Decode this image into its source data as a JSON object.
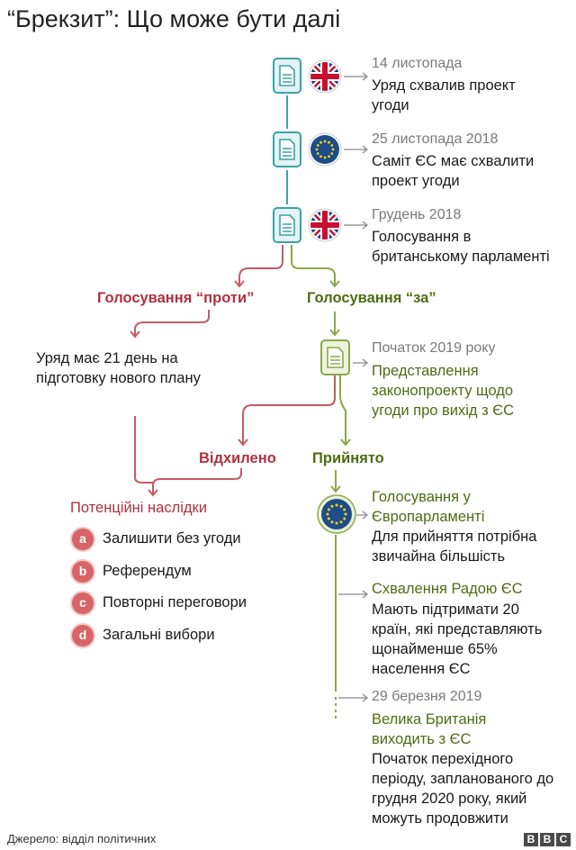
{
  "title": "“Брекзит”: Що може бути далі",
  "colors": {
    "red": "#b0303f",
    "green": "#4f6b12",
    "teal": "#3aa3a6",
    "bullet": "#d96468"
  },
  "steps": [
    {
      "date": "14 листопада",
      "text1": "Уряд схвалив проект",
      "text2": "угоди",
      "icon": "document-icon",
      "flag": "uk-flag-icon"
    },
    {
      "date": "25 листопада 2018",
      "text1": "Саміт ЄС має схвалити",
      "text2": "проект угоди",
      "icon": "document-icon",
      "flag": "eu-flag-icon"
    },
    {
      "date": "Грудень 2018",
      "text1": "Голосування в",
      "text2": "британському парламенті",
      "icon": "document-icon",
      "flag": "uk-flag-icon"
    }
  ],
  "against": {
    "label": "Голосування “проти”",
    "text1": "Уряд має 21 день на",
    "text2": "підготовку нового плану"
  },
  "for": {
    "label": "Голосування “за”",
    "date": "Початок 2019 року",
    "text1": "Представлення",
    "text2": "законопроекту щодо",
    "text3": "угоди про вихід з ЄС"
  },
  "rejected": "Відхилено",
  "accepted": "Прийнято",
  "consequences": {
    "title": "Потенційні наслідки",
    "items": [
      {
        "letter": "a",
        "label": "Залишити без угоди"
      },
      {
        "letter": "b",
        "label": "Референдум"
      },
      {
        "letter": "c",
        "label": "Повторні переговори"
      },
      {
        "letter": "d",
        "label": "Загальні вибори"
      }
    ]
  },
  "ep": {
    "title1": "Голосування у",
    "title2": "Європарламенті",
    "text1": "Для прийняття потрібна",
    "text2": "звичайна більшість"
  },
  "council": {
    "title": "Схвалення Радою ЄС",
    "text1": "Мають підтримати 20",
    "text2": "країн, які представляють",
    "text3": "щонайменше 65%",
    "text4": "населення ЄС"
  },
  "exit": {
    "date": "29 березня 2019",
    "title1": "Велика Британія",
    "title2": "виходить з ЄС",
    "text1": "Початок перехідного",
    "text2": "періоду, запланованого до",
    "text3": "грудня 2020 року, який",
    "text4": "можуть продовжити"
  },
  "source": "Джерело: відділ політичних",
  "logo": [
    "B",
    "B",
    "C"
  ]
}
